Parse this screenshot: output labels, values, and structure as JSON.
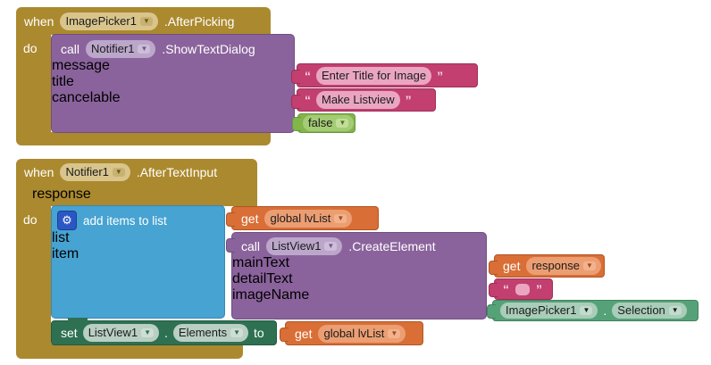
{
  "icons": {
    "dropdown": "▼",
    "gear": "⚙",
    "open_quote": "“",
    "close_quote": "”"
  },
  "colors": {
    "event_gold": "#AB892E",
    "procedure_purple": "#8A639C",
    "text_magenta": "#C23F6F",
    "logic_green": "#82B54A",
    "variable_orange": "#D96F36",
    "list_blue": "#47A3D1",
    "setter_green": "#2E7052",
    "getter_green": "#56A278"
  },
  "top_event": {
    "when": "when",
    "component": "ImagePicker1",
    "event": ".AfterPicking",
    "do": "do",
    "call_notifier": {
      "call": "call",
      "component": "Notifier1",
      "method": ".ShowTextDialog",
      "param_message": "message",
      "param_title": "title",
      "param_cancelable": "cancelable"
    },
    "message_text": "Enter Title for Image",
    "title_text": "Make Listview",
    "cancelable_value": "false"
  },
  "bottom_event": {
    "when": "when",
    "component": "Notifier1",
    "event": ".AfterTextInput",
    "param": "response",
    "do": "do",
    "add_items": {
      "label": "add items to list",
      "list": "list",
      "item": "item"
    },
    "get_list": {
      "get": "get",
      "var": "global lvList"
    },
    "call_createelement": {
      "call": "call",
      "component": "ListView1",
      "method": ".CreateElement",
      "param_maintext": "mainText",
      "param_detailtext": "detailText",
      "param_imagename": "imageName"
    },
    "get_response": {
      "get": "get",
      "var": "response"
    },
    "selection_getter": {
      "component": "ImagePicker1",
      "dot": ".",
      "property": "Selection"
    },
    "set_elements": {
      "set": "set",
      "component": "ListView1",
      "dot": ".",
      "property": "Elements",
      "to": "to"
    },
    "get_list2": {
      "get": "get",
      "var": "global lvList"
    }
  }
}
